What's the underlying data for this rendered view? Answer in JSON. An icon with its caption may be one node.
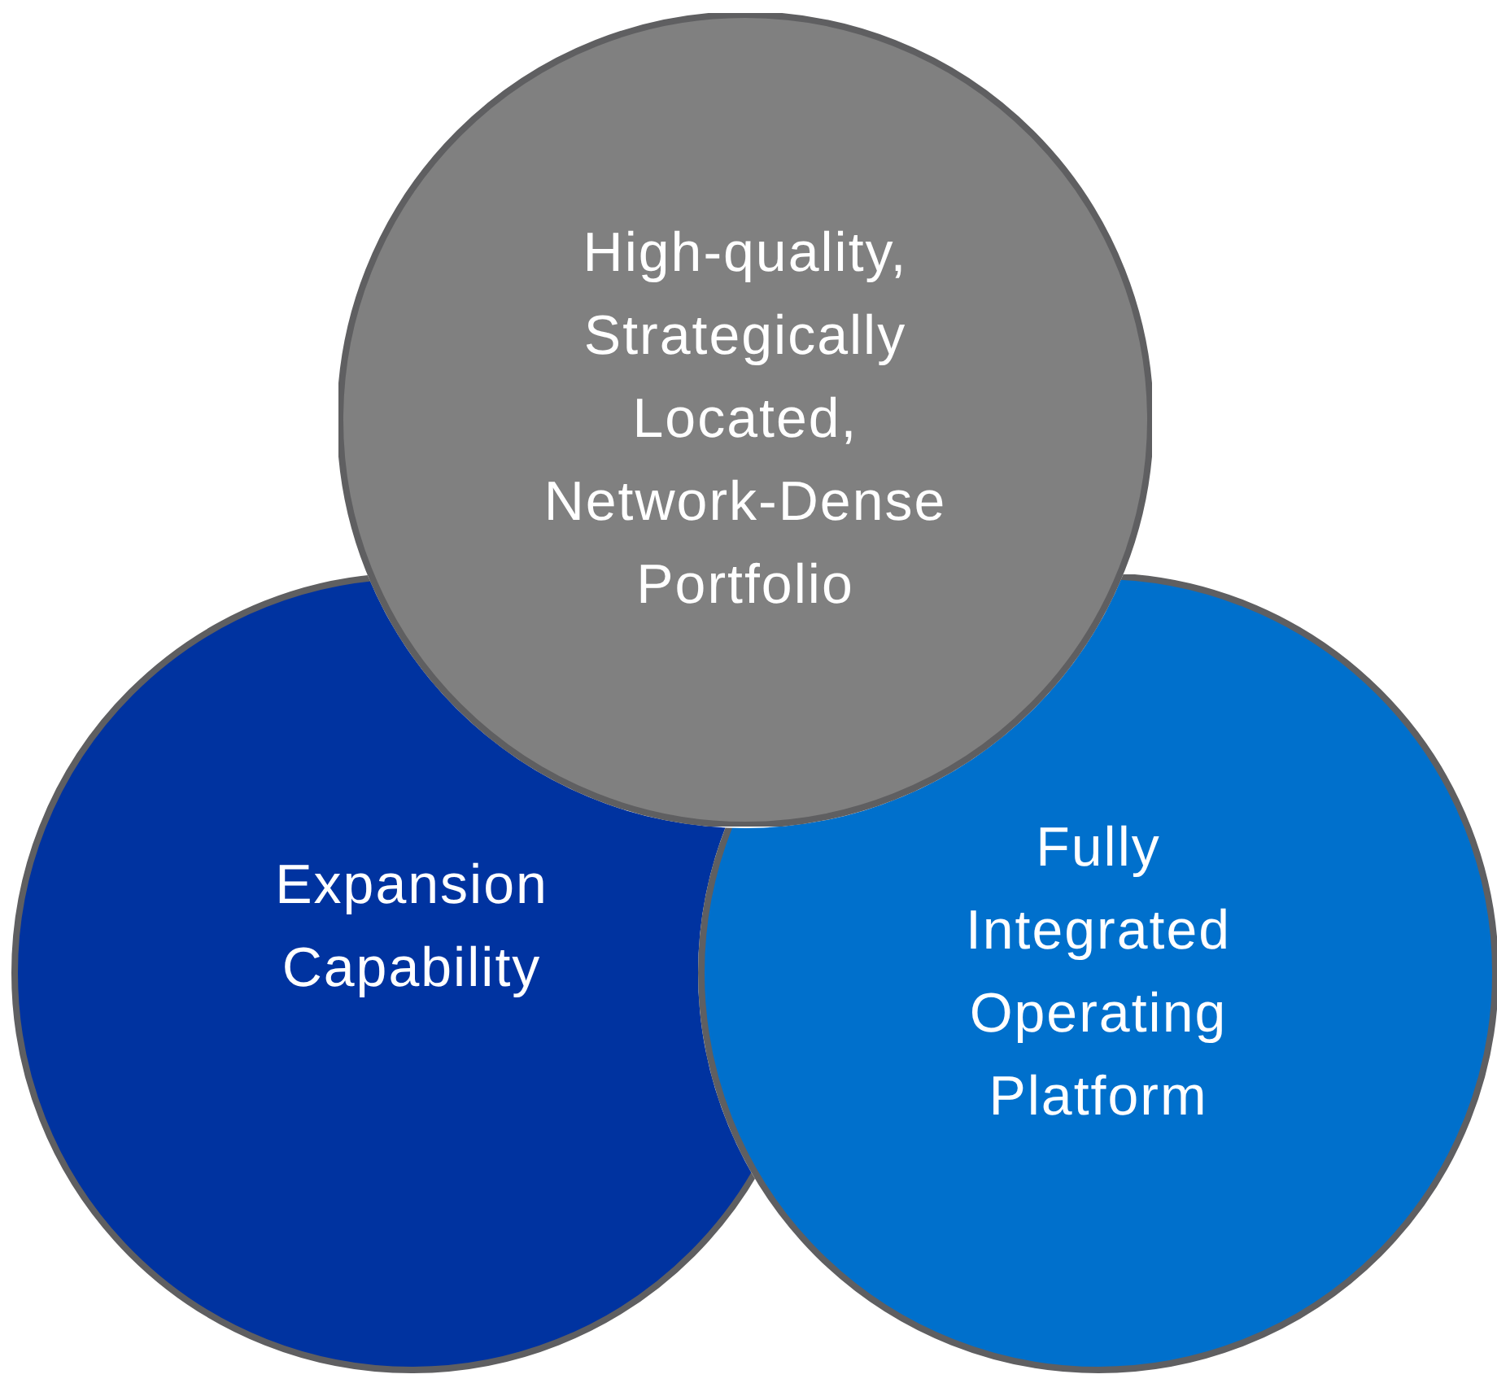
{
  "diagram": {
    "nodes": [
      {
        "text": [
          "Expansion Capability"
        ]
      },
      {
        "text": [
          "Fully Integrated Operating Platform"
        ]
      },
      {
        "text": [
          "High-quality, Strategically Located, Network-Dense Portfolio"
        ]
      }
    ]
  }
}
